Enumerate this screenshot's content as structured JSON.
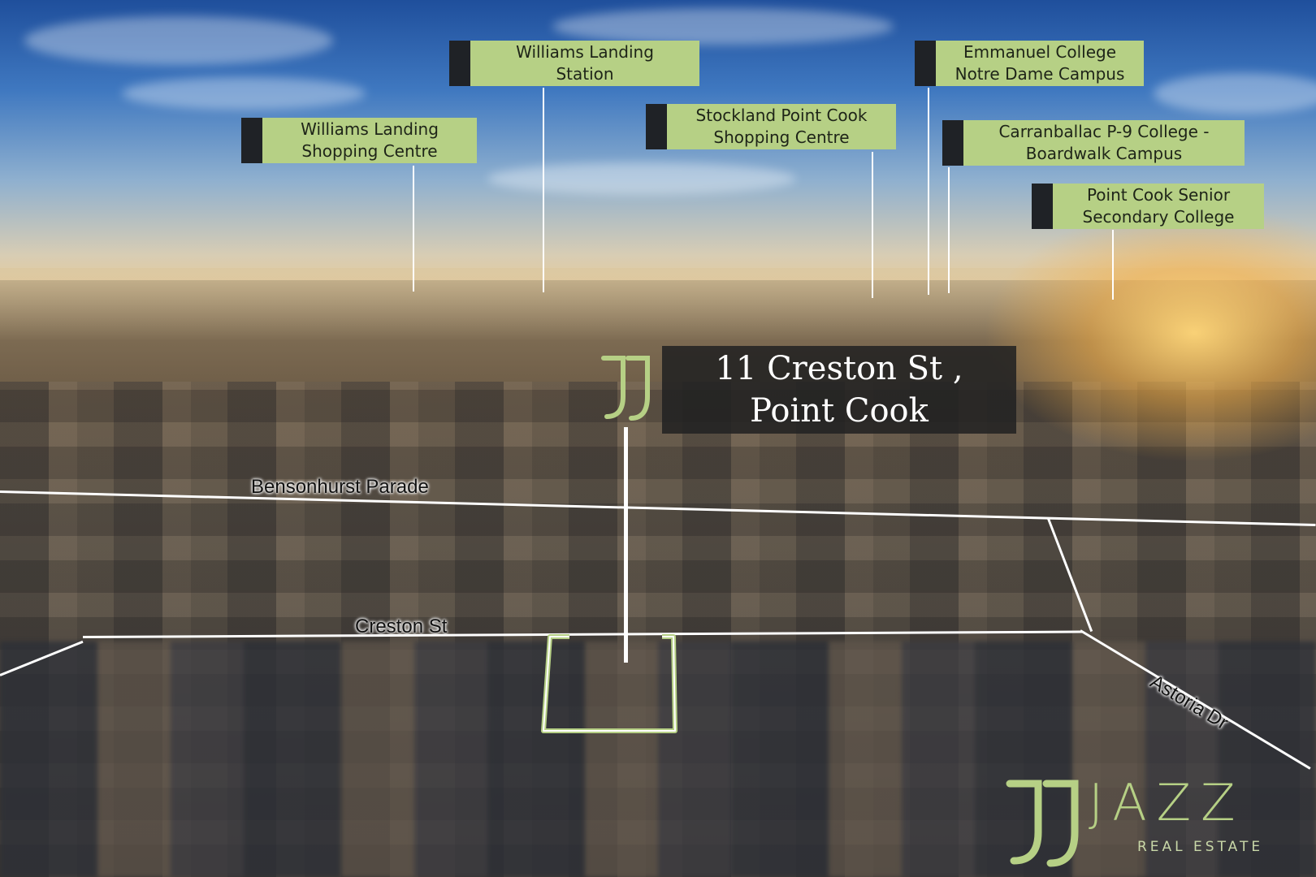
{
  "photo": {
    "description_icon": "aerial-suburb-photo",
    "colors": {
      "accent": "#b6d085",
      "dark": "#1f2226",
      "road": "#ffffff"
    }
  },
  "landmarks": [
    {
      "id": "wl-station",
      "line1": "Williams Landing",
      "line2": "Station"
    },
    {
      "id": "wl-shopping",
      "line1": "Williams Landing",
      "line2": "Shopping Centre"
    },
    {
      "id": "stockland",
      "line1": "Stockland Point Cook",
      "line2": "Shopping Centre"
    },
    {
      "id": "emmanuel",
      "line1": "Emmanuel College",
      "line2": "Notre Dame Campus"
    },
    {
      "id": "carranballac",
      "line1": "Carranballac P-9 College -",
      "line2": "Boardwalk Campus"
    },
    {
      "id": "pcssc",
      "line1": "Point Cook Senior",
      "line2": "Secondary College"
    }
  ],
  "property": {
    "line1": "11 Creston St ,",
    "line2": "Point Cook",
    "icon": "jazz-monogram-icon"
  },
  "streets": {
    "bensonhurst": "Bensonhurst Parade",
    "creston": "Creston St",
    "astoria": "Astoria Dr"
  },
  "brand": {
    "name": "JAZZ",
    "tagline": "REAL ESTATE",
    "icon": "jazz-monogram-icon"
  }
}
